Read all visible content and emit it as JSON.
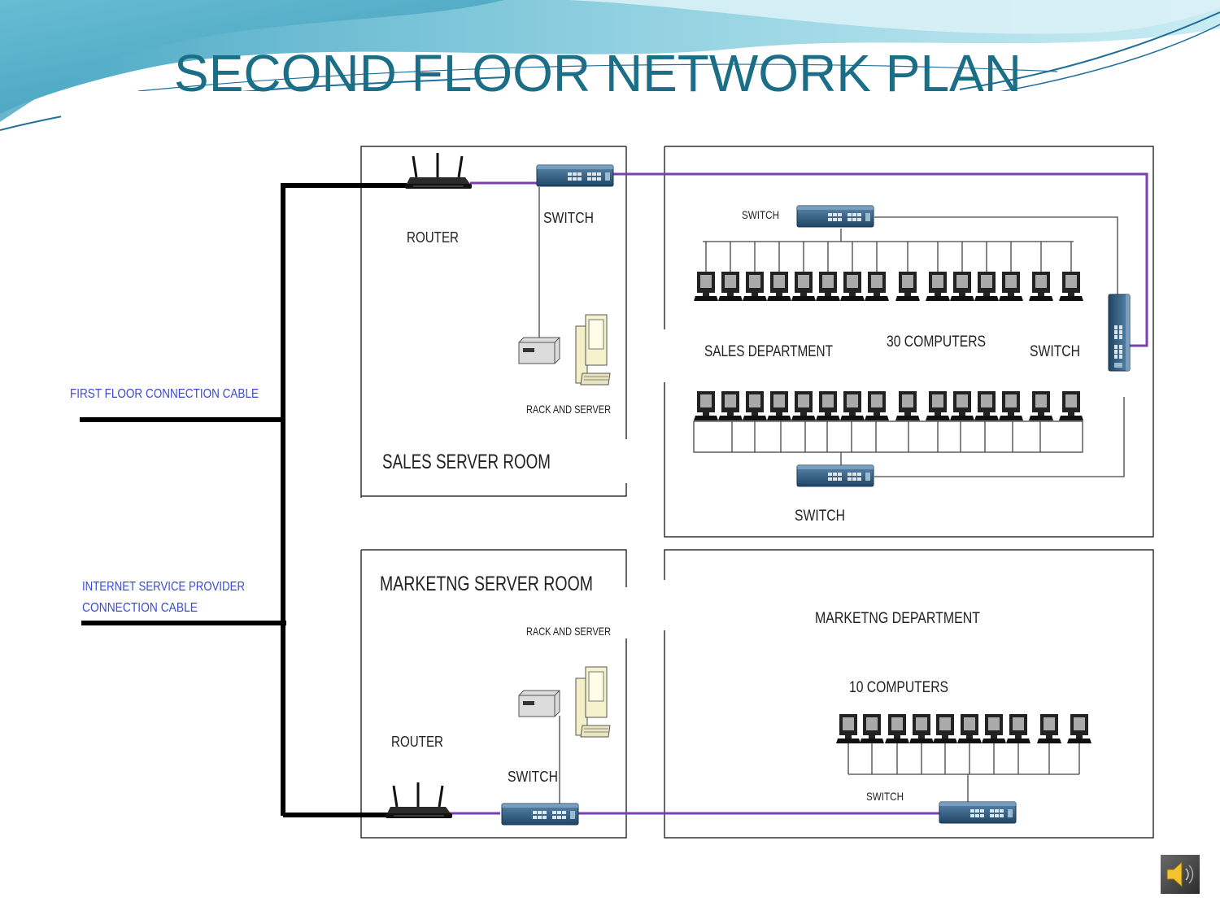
{
  "slide": {
    "title": "SECOND FLOOR NETWORK PLAN",
    "colors": {
      "title": "#1a6e86",
      "cable_purple": "#7a3fb0",
      "trunk_black": "#000000",
      "label_blue": "#3b4bd0",
      "switch_blue": "#2c5a82",
      "header_wave": "#5fb5cc"
    },
    "speaker_icon": "speaker-icon"
  },
  "diagram": {
    "left_labels": {
      "first_floor": "FIRST FLOOR CONNECTION CABLE",
      "isp_line1": "INTERNET SERVICE PROVIDER",
      "isp_line2": "CONNECTION CABLE"
    },
    "sales_server_room": {
      "title": "SALES SERVER ROOM",
      "router": "ROUTER",
      "switch": "SWITCH",
      "rack": "RACK AND SERVER"
    },
    "sales_department": {
      "title": "SALES DEPARTMENT",
      "count": "30 COMPUTERS",
      "switch_top": "SWITCH",
      "switch_right": "SWITCH",
      "switch_bottom": "SWITCH"
    },
    "marketing_server_room": {
      "title": "MARKETNG SERVER ROOM",
      "rack": "RACK AND SERVER",
      "router": "ROUTER",
      "switch": "SWITCH"
    },
    "marketing_department": {
      "title": "MARKETNG DEPARTMENT",
      "count": "10 COMPUTERS",
      "switch": "SWITCH"
    }
  }
}
